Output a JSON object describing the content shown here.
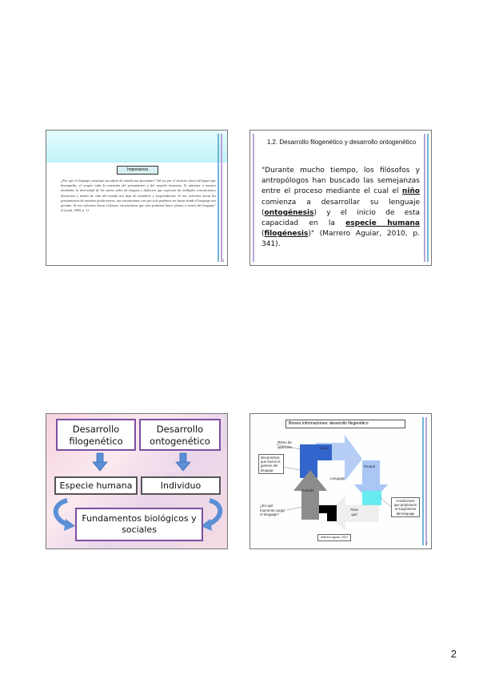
{
  "page_number": "2",
  "slide1": {
    "tag": "Importancia",
    "quote": "¿Por qué el lenguaje constituye un objeto de estudio tan fascinante? Tal vez por el carácter único del papel que desempeña, al ocupar toda la extensión del pensamiento y del empeño humanos. Si miramos a nuestro alrededor, la diversidad de los varios miles de lenguas y dialectos que expresan las múltiples concepciones, literaturas y modos de vida del mundo nos deja de asombrar y sorprendernos. Si nos volvemos hacia los pensamientos de nuestros predecesores, nos encontramos con que solo podemos ver hasta donde el lenguaje nos permite. Si nos volvemos hacia el futuro, encontramos que solo podemos hacer planes a través del lenguaje\"(Crystal, 1994, p. 1).",
    "slide_num": "3"
  },
  "slide2": {
    "title": "1.2.  Desarrollo filogenético y desarrollo ontogenético",
    "body_1": "\"Durante mucho tiempo, los filósofos y antropólogos han buscado las semejanzas entre el proceso mediante el cual el ",
    "nino": "niño",
    "body_2": " comienza a desarrollar su lenguaje (",
    "ontogenesis": "ontogénesis",
    "body_3": ") y el inicio de esta capacidad en la ",
    "especie": "especie humana",
    "body_4": " (",
    "filogenesis": "filogénesis",
    "body_5": ")\" (Marrero Aguiar, 2010, p. 341)."
  },
  "slide3": {
    "box1": "Desarrollo filogenético",
    "box2": "Desarrollo ontogenético",
    "box3": "Especie humana",
    "box4": "Individuo",
    "box5": "Fundamentos biológicos y sociales",
    "ghost_word": "lenguaje",
    "colors": {
      "arrow": "#5b8fd6",
      "border": "#7b4fa0"
    }
  },
  "slide4": {
    "header": "Breves informaciones: desarrollo filogenético",
    "center": "Lenguaje",
    "como": "Cómo",
    "porque": "Porqué",
    "para_que": "Para qué",
    "cuando": "Cuándo",
    "ritmo": "Ritmo de aparición",
    "mecanismos": "Mecanismos que fueron el germen del lenguaje",
    "momento": "¿En qué momento surgió el lenguaje?",
    "condiciones": "Condiciones que propiciaron el surgimiento del lenguaje",
    "source": "Marrero Aguiar, 2010",
    "slide_num": "7",
    "colors": {
      "blue": "#3366cc",
      "lightblue": "#a9c6f5",
      "cyan": "#66ecf0",
      "black": "#000000",
      "gray": "#8c8c8c",
      "white_arrow": "#f2f2f2"
    }
  }
}
